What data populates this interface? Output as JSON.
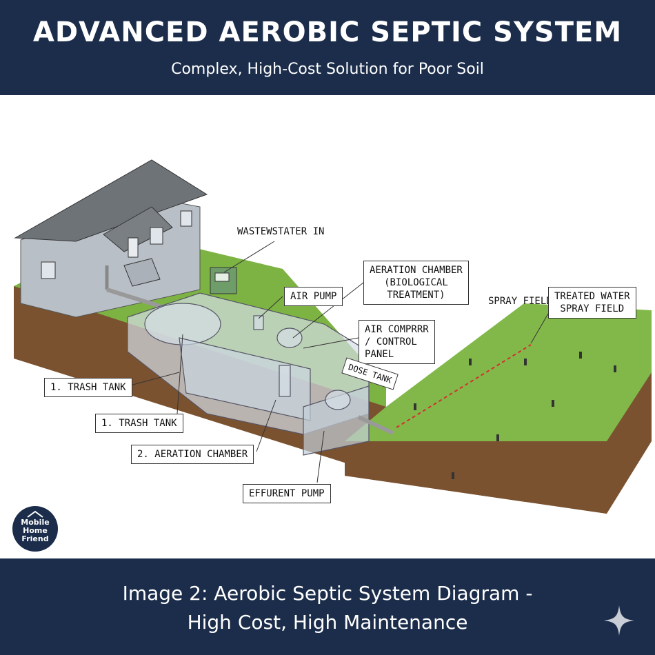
{
  "header": {
    "title": "ADVANCED AEROBIC SEPTIC SYSTEM",
    "subtitle": "Complex, High-Cost Solution for Poor Soil"
  },
  "labels": {
    "wastewater_in": "WASTEWSTATER IN",
    "air_pump": "AIR PUMP",
    "aeration_chamber_1": "AERATION CHAMBER",
    "aeration_chamber_2": "(BIOLOGICAL",
    "aeration_chamber_3": "TREATMENT)",
    "air_compressor_1": "AIR COMPRRR",
    "air_compressor_2": "/ CONTROL",
    "air_compressor_3": "PANEL",
    "spray_field": "SPRAY FIELD",
    "treated_water_1": "TREATED WATER",
    "treated_water_2": "SPRAY FIELD",
    "dose_tank": "DOSE TANK",
    "trash_tank_a": "1. TRASH TANK",
    "trash_tank_b": "1. TRASH TANK",
    "aeration_chamber_2nd": "2. AERATION CHAMBER",
    "effluent_pump": "EFFURENT PUMP"
  },
  "logo": {
    "line1": "Mobile",
    "line2": "Home",
    "line3": "Friend"
  },
  "footer": {
    "caption_line1": "Image 2: Aerobic Septic System Diagram -",
    "caption_line2": "High Cost, High Maintenance"
  },
  "colors": {
    "banner": "#1b2d4a",
    "grass": "#7cb342",
    "soil": "#7a5230",
    "tank_glass": "#cfd8e3",
    "spray_line": "#d32f2f"
  }
}
